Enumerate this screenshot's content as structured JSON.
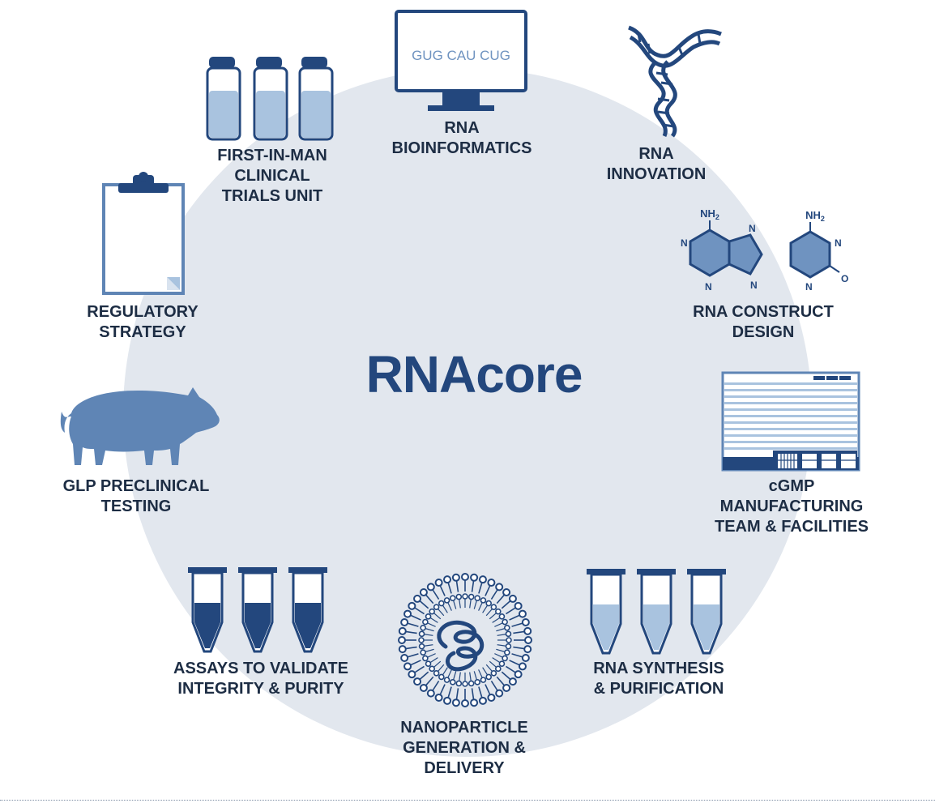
{
  "title": "RNAcore",
  "monitor_text": "GUG CAU CUG",
  "chem": {
    "amine": "NH",
    "amine_sub": "2",
    "n": "N",
    "o": "O"
  },
  "items": [
    {
      "id": "rna-bioinformatics",
      "lines": [
        "RNA",
        "BIOINFORMATICS"
      ],
      "icon": "monitor-icon"
    },
    {
      "id": "rna-innovation",
      "lines": [
        "RNA",
        "INNOVATION"
      ],
      "icon": "rna-strand-icon"
    },
    {
      "id": "rna-construct-design",
      "lines": [
        "RNA CONSTRUCT",
        "DESIGN"
      ],
      "icon": "nucleobase-structures-icon"
    },
    {
      "id": "cgmp-manufacturing",
      "lines": [
        "cGMP",
        "MANUFACTURING",
        "TEAM & FACILITIES"
      ],
      "icon": "building-icon"
    },
    {
      "id": "rna-synthesis",
      "lines": [
        "RNA SYNTHESIS",
        "& PURIFICATION"
      ],
      "icon": "light-tubes-icon"
    },
    {
      "id": "nanoparticle",
      "lines": [
        "NANOPARTICLE",
        "GENERATION &",
        "DELIVERY"
      ],
      "icon": "lipid-nanoparticle-icon"
    },
    {
      "id": "assays",
      "lines": [
        "ASSAYS TO VALIDATE",
        "INTEGRITY & PURITY"
      ],
      "icon": "dark-tubes-icon"
    },
    {
      "id": "glp-preclinical",
      "lines": [
        "GLP PRECLINICAL",
        "TESTING"
      ],
      "icon": "pig-icon"
    },
    {
      "id": "regulatory-strategy",
      "lines": [
        "REGULATORY",
        "STRATEGY"
      ],
      "icon": "clipboard-icon"
    },
    {
      "id": "first-in-man",
      "lines": [
        "FIRST-IN-MAN",
        "CLINICAL",
        "TRIALS UNIT"
      ],
      "icon": "vials-icon"
    }
  ],
  "colors": {
    "dark_blue": "#23477d",
    "mid_blue": "#5f85b5",
    "light_blue": "#a9c3df",
    "circle_bg": "#e2e7ee",
    "label_text": "#1d2d44"
  }
}
